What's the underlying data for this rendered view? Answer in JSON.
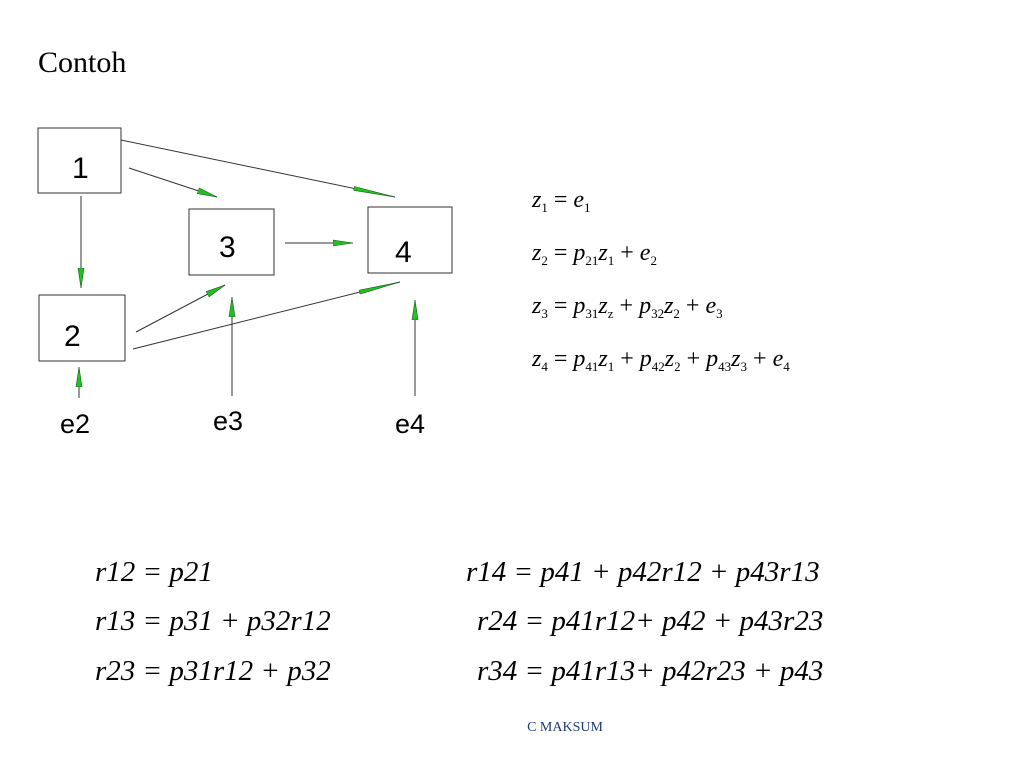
{
  "title": "Contoh",
  "diagram": {
    "nodes": [
      "1",
      "2",
      "3",
      "4"
    ],
    "errors": [
      "e2",
      "e3",
      "e4"
    ]
  },
  "equations": [
    {
      "lhs": "z",
      "lhs_sub": "1",
      "rhs": [
        {
          "v": "e",
          "s": "1"
        }
      ]
    },
    {
      "lhs": "z",
      "lhs_sub": "2",
      "rhs": [
        {
          "v": "p",
          "s": "21"
        },
        {
          "v": "z",
          "s": "1"
        },
        {
          "op": "+"
        },
        {
          "v": "e",
          "s": "2"
        }
      ]
    },
    {
      "lhs": "z",
      "lhs_sub": "3",
      "rhs": [
        {
          "v": "p",
          "s": "31"
        },
        {
          "v": "z",
          "s": "z"
        },
        {
          "op": "+"
        },
        {
          "v": "p",
          "s": "32"
        },
        {
          "v": "z",
          "s": "2"
        },
        {
          "op": "+"
        },
        {
          "v": "e",
          "s": "3"
        }
      ]
    },
    {
      "lhs": "z",
      "lhs_sub": "4",
      "rhs": [
        {
          "v": "p",
          "s": "41"
        },
        {
          "v": "z",
          "s": "1"
        },
        {
          "op": "+"
        },
        {
          "v": "p",
          "s": "42"
        },
        {
          "v": "z",
          "s": "2"
        },
        {
          "op": "+"
        },
        {
          "v": "p",
          "s": "43"
        },
        {
          "v": "z",
          "s": "3"
        },
        {
          "op": "+"
        },
        {
          "v": "e",
          "s": "4"
        }
      ]
    }
  ],
  "correlations": {
    "left": [
      "r12 = p21",
      "r13 = p31 + p32r12",
      "r23 = p31r12 + p32"
    ],
    "right": [
      "r14 = p41 + p42r12 + p43r13",
      "r24 = p41r12+ p42 + p43r23",
      "r34 = p41r13+ p42r23 + p43"
    ]
  },
  "footer": "C MAKSUM",
  "colors": {
    "arrowhead": "#22c022",
    "footer": "#1f3a7a"
  }
}
